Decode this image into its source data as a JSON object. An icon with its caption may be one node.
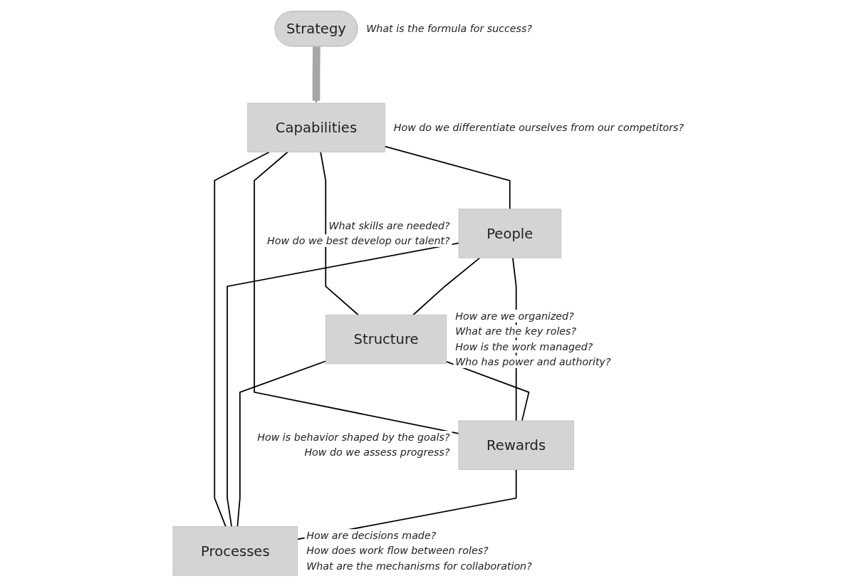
{
  "diagram": {
    "nodes": [
      {
        "text": [
          "Strategy"
        ],
        "beside": [
          "What is the formula for success?"
        ]
      },
      {
        "text": [
          "Capabilities"
        ],
        "beside": [
          "How do we differentiate ourselves from our competitors?"
        ]
      },
      {
        "text": [
          "People"
        ],
        "beside": [
          "What skills are needed?",
          "How do we best develop our talent?"
        ]
      },
      {
        "text": [
          "Structure"
        ],
        "beside": [
          "How are we organized?",
          "What are the key roles?",
          "How is the work managed?",
          "Who has power and authority?"
        ]
      },
      {
        "text": [
          "Rewards"
        ],
        "beside": [
          "How is behavior shaped by the goals?",
          "How do we assess progress?"
        ]
      },
      {
        "text": [
          "Processes"
        ],
        "beside": [
          "How are decisions made?",
          "How does work flow between roles?",
          "What are the mechanisms for collaboration?"
        ]
      }
    ],
    "edges": [
      {
        "from": 0,
        "to": 1,
        "arrow": "to",
        "style": "thick",
        "color": "#a6a6a6"
      },
      {
        "from": 1,
        "to": 2,
        "arrow": "none"
      },
      {
        "from": 1,
        "to": 3,
        "arrow": "none"
      },
      {
        "from": 1,
        "to": 4,
        "arrow": "none"
      },
      {
        "from": 1,
        "to": 5,
        "arrow": "none"
      },
      {
        "from": 2,
        "to": 3,
        "arrow": "none"
      },
      {
        "from": 2,
        "to": 4,
        "arrow": "none"
      },
      {
        "from": 2,
        "to": 5,
        "arrow": "none"
      },
      {
        "from": 3,
        "to": 4,
        "arrow": "none"
      },
      {
        "from": 3,
        "to": 5,
        "arrow": "none"
      },
      {
        "from": 4,
        "to": 5,
        "arrow": "none"
      }
    ]
  }
}
